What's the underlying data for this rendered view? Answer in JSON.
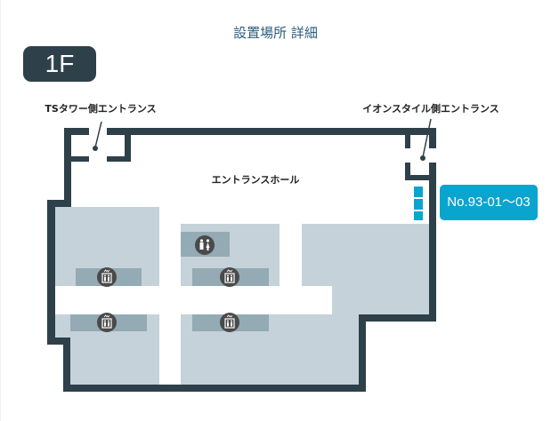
{
  "header": {
    "title": "設置場所 詳細"
  },
  "floor": {
    "label": "1F"
  },
  "map": {
    "labels": {
      "ts_tower_entrance": "TSタワー側エントランス",
      "aeon_style_entrance": "イオンスタイル側エントランス",
      "entrance_hall": "エントランスホール"
    },
    "location_badge": "No.93-01～03",
    "icons": [
      "restroom-icon",
      "elevator-icon",
      "elevator-icon",
      "elevator-icon",
      "elevator-icon"
    ]
  },
  "colors": {
    "wall": "#2e4049",
    "room": "#c5d2da",
    "facility": "#94aab4",
    "accent": "#0aa5cf",
    "icon": "#4a4a4a"
  }
}
